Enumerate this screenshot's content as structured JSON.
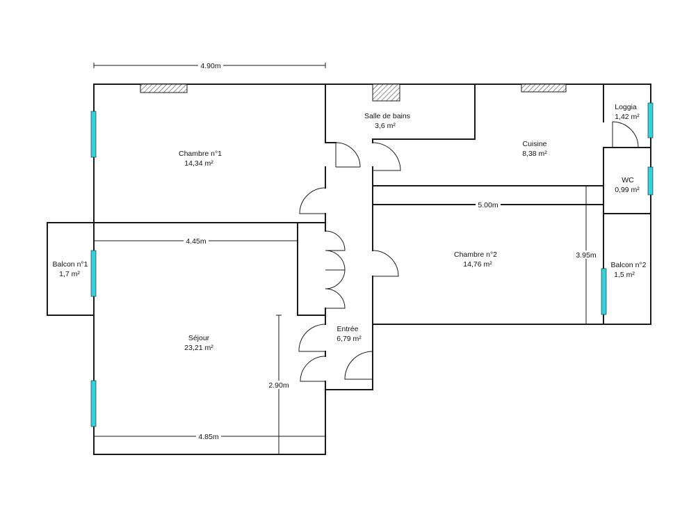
{
  "rooms": {
    "chambre1": {
      "name": "Chambre n°1",
      "area": "14,34  m²"
    },
    "salle_de_bains": {
      "name": "Salle de bains",
      "area": "3,6  m²"
    },
    "cuisine": {
      "name": "Cuisine",
      "area": "8,38  m²"
    },
    "loggia": {
      "name": "Loggia",
      "area": "1,42  m²"
    },
    "wc": {
      "name": "WC",
      "area": "0,99  m²"
    },
    "chambre2": {
      "name": "Chambre n°2",
      "area": "14,76  m²"
    },
    "balcon2": {
      "name": "Balcon n°2",
      "area": "1,5  m²"
    },
    "balcon1": {
      "name": "Balcon n°1",
      "area": "1,7  m²"
    },
    "sejour": {
      "name": "Séjour",
      "area": "23,21  m²"
    },
    "entree": {
      "name": "Entrée",
      "area": "6,79  m²"
    }
  },
  "dimensions": {
    "top_width": "4.90m",
    "sejour_upper_width": "4.45m",
    "sejour_lower_width": "4.85m",
    "sejour_depth": "2.90m",
    "chambre2_width": "5.00m",
    "chambre2_depth": "3.95m"
  },
  "colors": {
    "window": "#2fd3dd",
    "wall": "#1a1a1a"
  }
}
